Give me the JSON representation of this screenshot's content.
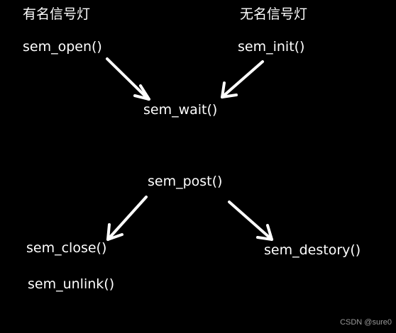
{
  "headings": {
    "named": "有名信号灯",
    "unnamed": "无名信号灯"
  },
  "functions": {
    "sem_open": "sem_open()",
    "sem_init": "sem_init()",
    "sem_wait": "sem_wait()",
    "sem_post": "sem_post()",
    "sem_close": "sem_close()",
    "sem_destory": "sem_destory()",
    "sem_unlink": "sem_unlink()"
  },
  "watermark": "CSDN @sure0",
  "colors": {
    "background": "#000000",
    "foreground": "#ffffff",
    "watermark": "#9a9a9a"
  }
}
